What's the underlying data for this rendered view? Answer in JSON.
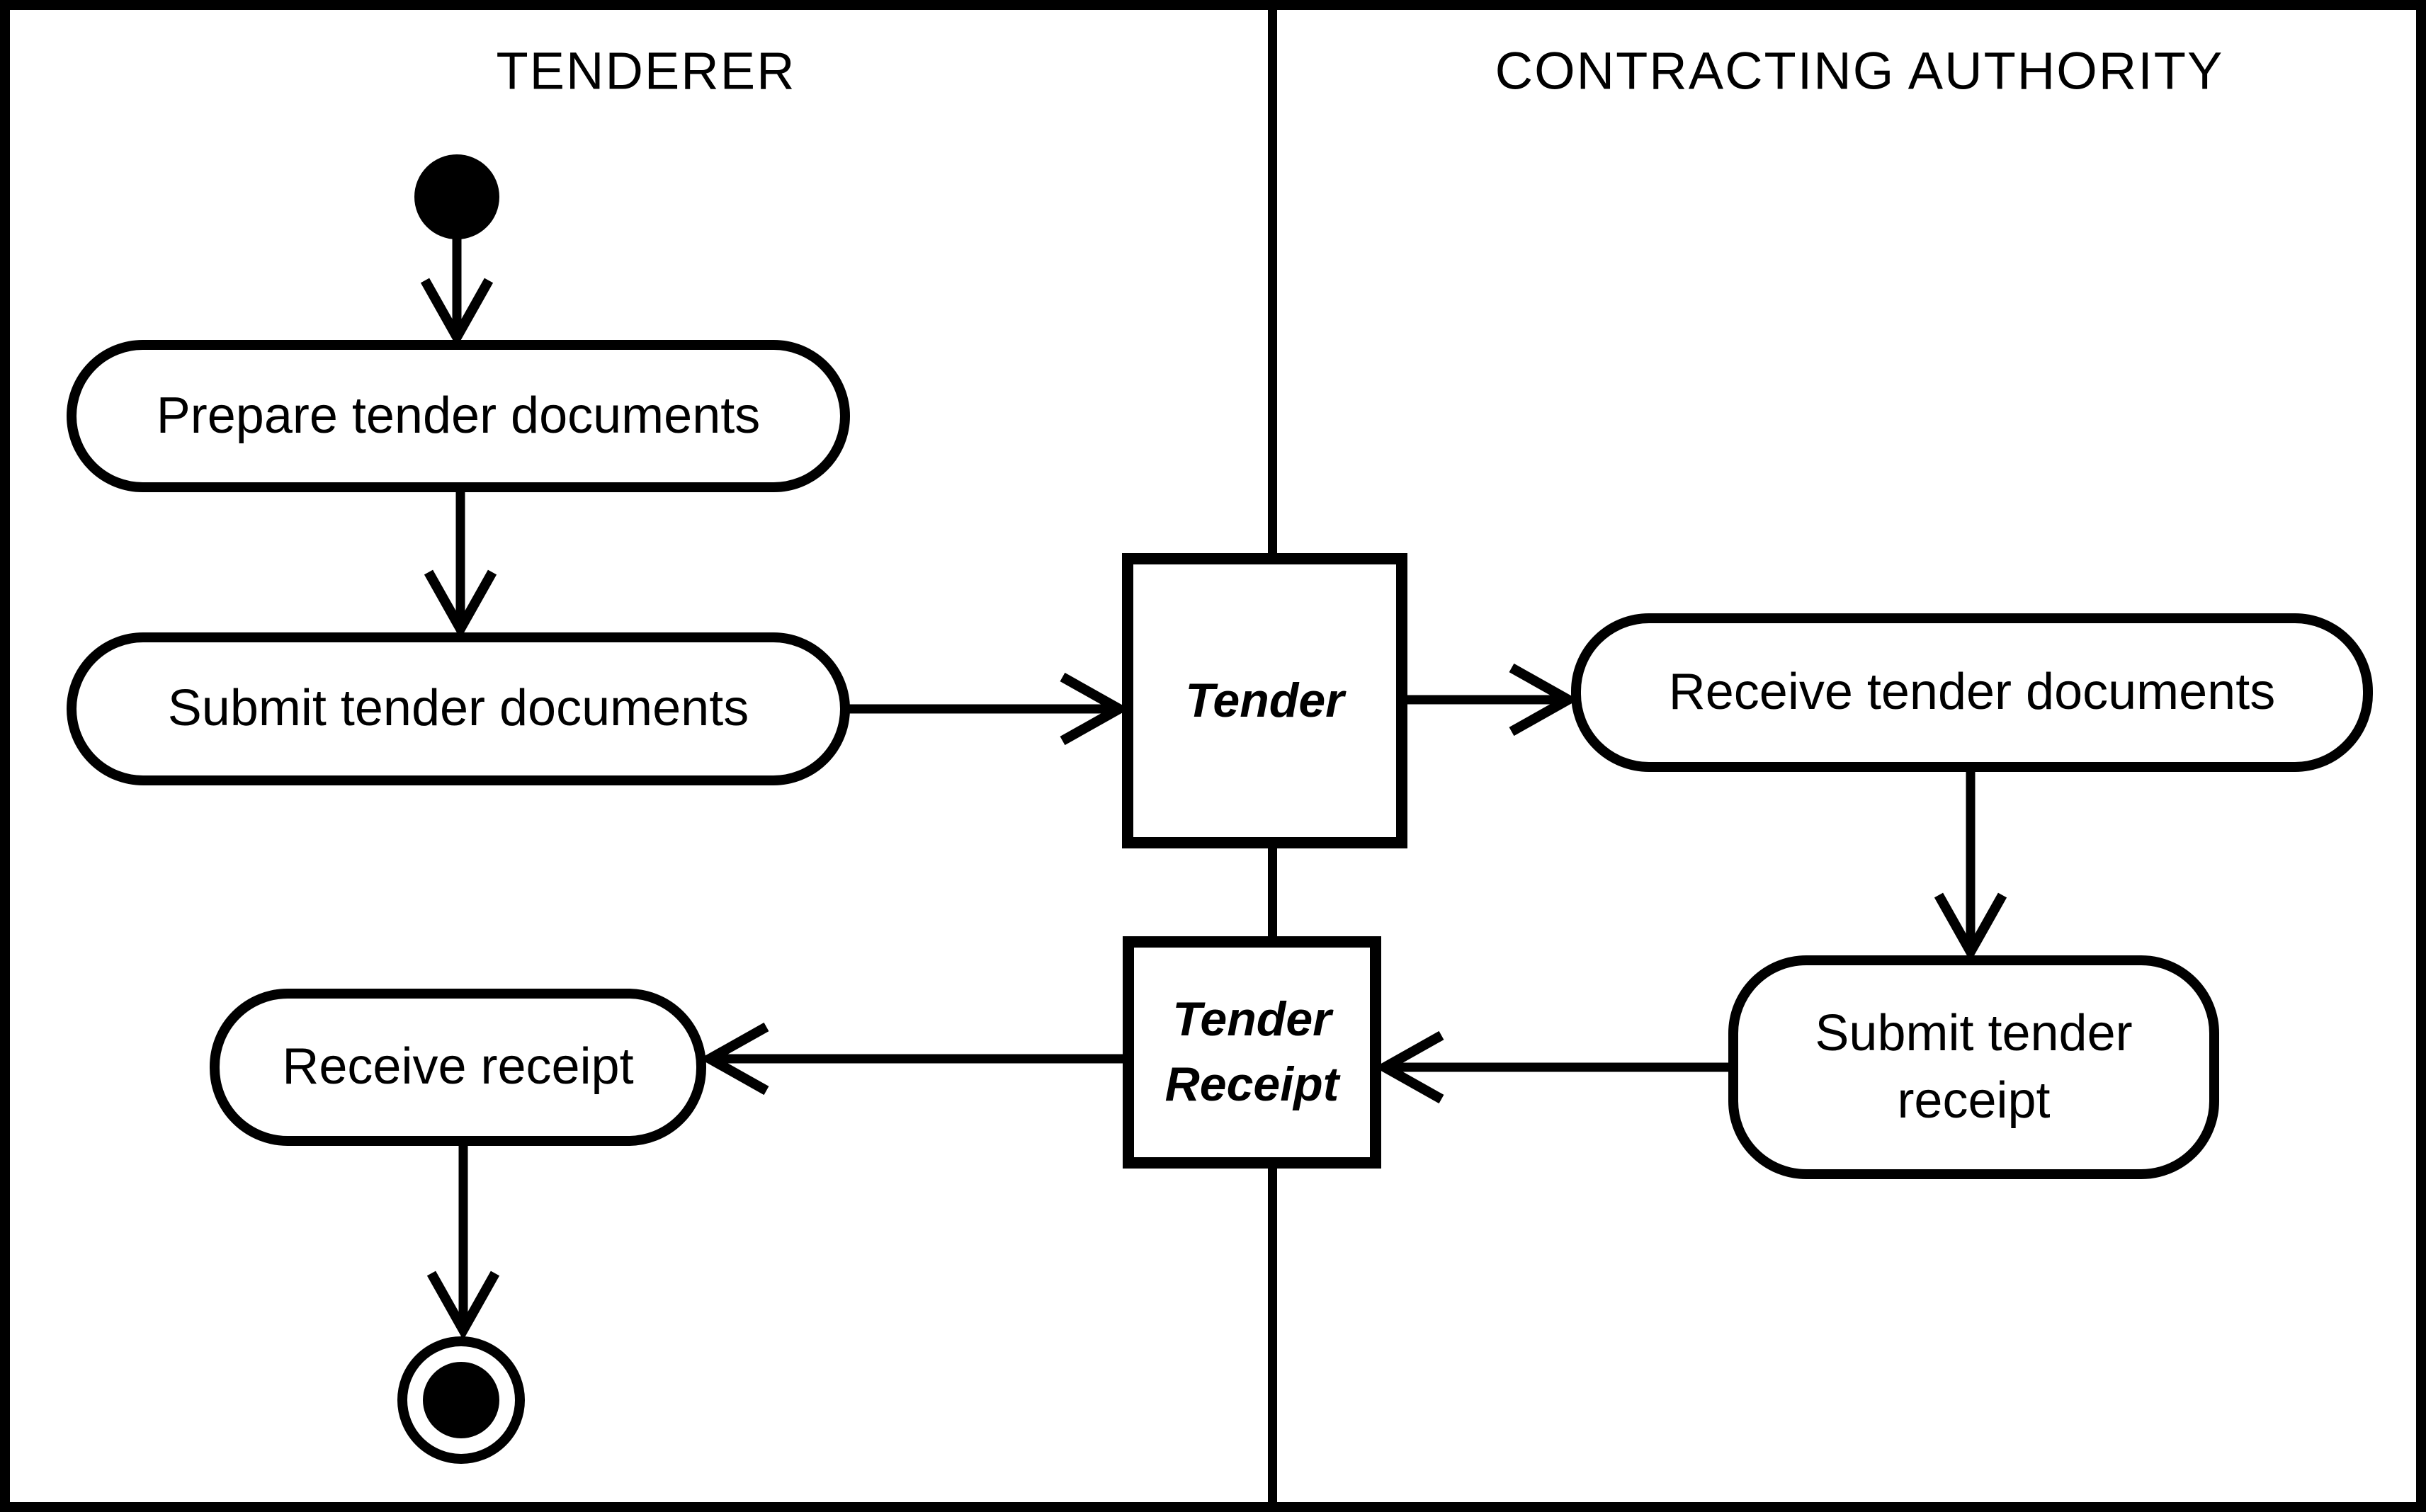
{
  "lanes": [
    {
      "id": "tenderer",
      "title": "TENDERER"
    },
    {
      "id": "contracting-authority",
      "title": "CONTRACTING AUTHORITY"
    }
  ],
  "activities": {
    "prepare_docs": "Prepare tender documents",
    "submit_docs": "Submit tender documents",
    "receive_docs": "Receive tender documents",
    "submit_receipt": "Submit tender receipt",
    "receive_receipt": "Receive receipt"
  },
  "objects": {
    "tender": "Tender",
    "tender_receipt": "Tender Receipt"
  },
  "colors": {
    "line": "#000000",
    "background": "#ffffff"
  }
}
